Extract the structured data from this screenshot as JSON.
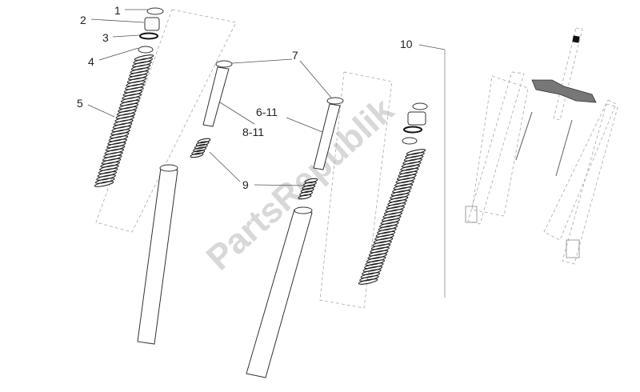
{
  "watermark": "PartsRepublik",
  "callouts": {
    "c1": "1",
    "c2": "2",
    "c3": "3",
    "c4": "4",
    "c5": "5",
    "c7": "7",
    "c8_11": "8-11",
    "c6_11": "6-11",
    "c9": "9",
    "c10": "10"
  }
}
